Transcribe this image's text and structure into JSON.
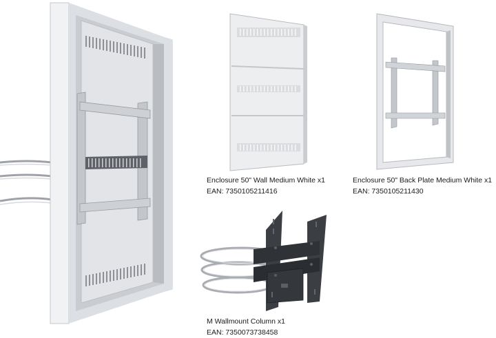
{
  "products": [
    {
      "name": "Enclosure 50\" Wall Medium White x1",
      "ean": "EAN: 7350105211416"
    },
    {
      "name": "Enclosure 50\" Back Plate Medium White x1",
      "ean": "EAN: 7350105211430"
    },
    {
      "name": "M Wallmount Column x1",
      "ean": "EAN: 7350073738458"
    }
  ],
  "colors": {
    "enclosure_white": "#e9eaec",
    "frame_shade": "#cfd2d6",
    "metal": "#b9bcc1",
    "mount_dark": "#2f3236",
    "text": "#1a1a1a"
  }
}
